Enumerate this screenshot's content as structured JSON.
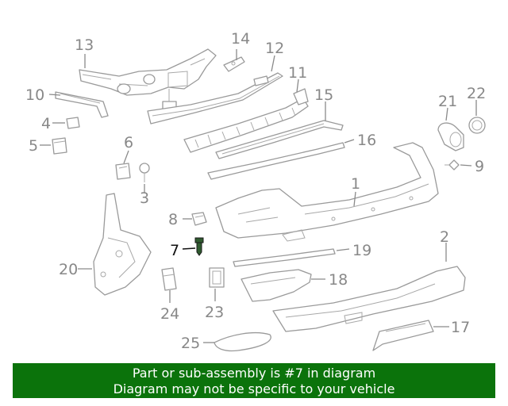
{
  "diagram": {
    "highlighted_callout": "7",
    "callouts": [
      {
        "id": "c1",
        "label": "1"
      },
      {
        "id": "c2",
        "label": "2"
      },
      {
        "id": "c3",
        "label": "3"
      },
      {
        "id": "c4",
        "label": "4"
      },
      {
        "id": "c5",
        "label": "5"
      },
      {
        "id": "c6",
        "label": "6"
      },
      {
        "id": "c7",
        "label": "7"
      },
      {
        "id": "c8",
        "label": "8"
      },
      {
        "id": "c9",
        "label": "9"
      },
      {
        "id": "c10",
        "label": "10"
      },
      {
        "id": "c11",
        "label": "11"
      },
      {
        "id": "c12",
        "label": "12"
      },
      {
        "id": "c13",
        "label": "13"
      },
      {
        "id": "c14",
        "label": "14"
      },
      {
        "id": "c15",
        "label": "15"
      },
      {
        "id": "c16",
        "label": "16"
      },
      {
        "id": "c17",
        "label": "17"
      },
      {
        "id": "c18",
        "label": "18"
      },
      {
        "id": "c19",
        "label": "19"
      },
      {
        "id": "c20",
        "label": "20"
      },
      {
        "id": "c21",
        "label": "21"
      },
      {
        "id": "c22",
        "label": "22"
      },
      {
        "id": "c23",
        "label": "23"
      },
      {
        "id": "c24",
        "label": "24"
      },
      {
        "id": "c25",
        "label": "25"
      }
    ]
  },
  "banner": {
    "line1": "Part or sub-assembly is #7 in diagram",
    "line2": "Diagram may not be specific to your vehicle",
    "background": "#0b730b",
    "text_color": "#ffffff"
  },
  "colors": {
    "line_art": "#9a9a9a",
    "callout_text": "#888888",
    "highlight_text": "#111111",
    "highlight_part": "#2f5a2f"
  }
}
